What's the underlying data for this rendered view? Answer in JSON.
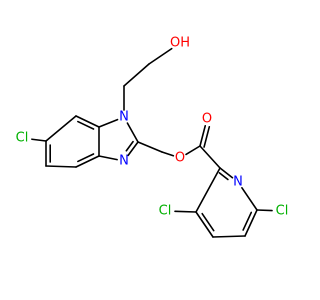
{
  "molecule": {
    "colors": {
      "bond": "#000000",
      "C": "#000000",
      "N": "#0000ff",
      "O": "#ff0000",
      "Cl": "#00b000"
    },
    "atoms": [
      {
        "id": "cl1",
        "element": "Cl",
        "label": "Cl"
      },
      {
        "id": "c6",
        "element": "C"
      },
      {
        "id": "c5",
        "element": "C"
      },
      {
        "id": "c4",
        "element": "C"
      },
      {
        "id": "c3a",
        "element": "C"
      },
      {
        "id": "c7a",
        "element": "C"
      },
      {
        "id": "c7",
        "element": "C"
      },
      {
        "id": "n1",
        "element": "N",
        "label": "N"
      },
      {
        "id": "c2",
        "element": "C"
      },
      {
        "id": "n3",
        "element": "N",
        "label": "N"
      },
      {
        "id": "ch2a",
        "element": "C"
      },
      {
        "id": "ch2b",
        "element": "C"
      },
      {
        "id": "oh",
        "element": "O",
        "label": "OH"
      },
      {
        "id": "ch2o",
        "element": "C"
      },
      {
        "id": "oe",
        "element": "O",
        "label": "O"
      },
      {
        "id": "cc",
        "element": "C"
      },
      {
        "id": "oc",
        "element": "O",
        "label": "O"
      },
      {
        "id": "p2",
        "element": "C"
      },
      {
        "id": "pn",
        "element": "N",
        "label": "N"
      },
      {
        "id": "p6",
        "element": "C"
      },
      {
        "id": "cl2",
        "element": "Cl",
        "label": "Cl"
      },
      {
        "id": "p5",
        "element": "C"
      },
      {
        "id": "p4",
        "element": "C"
      },
      {
        "id": "p3",
        "element": "C"
      },
      {
        "id": "cl3",
        "element": "Cl",
        "label": "Cl"
      }
    ],
    "bonds": [
      {
        "a": "cl1",
        "b": "c6",
        "order": 1
      },
      {
        "a": "c6",
        "b": "c5",
        "order": 2
      },
      {
        "a": "c5",
        "b": "c4",
        "order": 1
      },
      {
        "a": "c4",
        "b": "c3a",
        "order": 2
      },
      {
        "a": "c3a",
        "b": "c7a",
        "order": 1
      },
      {
        "a": "c7a",
        "b": "c7",
        "order": 2
      },
      {
        "a": "c7",
        "b": "c6",
        "order": 1
      },
      {
        "a": "c7a",
        "b": "n1",
        "order": 1
      },
      {
        "a": "n1",
        "b": "c2",
        "order": 1
      },
      {
        "a": "c2",
        "b": "n3",
        "order": 2
      },
      {
        "a": "n3",
        "b": "c3a",
        "order": 1
      },
      {
        "a": "n1",
        "b": "ch2a",
        "order": 1
      },
      {
        "a": "ch2a",
        "b": "ch2b",
        "order": 1
      },
      {
        "a": "ch2b",
        "b": "oh",
        "order": 1
      },
      {
        "a": "c2",
        "b": "ch2o",
        "order": 1
      },
      {
        "a": "ch2o",
        "b": "oe",
        "order": 1
      },
      {
        "a": "oe",
        "b": "cc",
        "order": 1
      },
      {
        "a": "cc",
        "b": "oc",
        "order": 2
      },
      {
        "a": "cc",
        "b": "p2",
        "order": 1
      },
      {
        "a": "p2",
        "b": "pn",
        "order": 2
      },
      {
        "a": "pn",
        "b": "p6",
        "order": 1
      },
      {
        "a": "p6",
        "b": "cl2",
        "order": 1
      },
      {
        "a": "p6",
        "b": "p5",
        "order": 2
      },
      {
        "a": "p5",
        "b": "p4",
        "order": 1
      },
      {
        "a": "p4",
        "b": "p3",
        "order": 2
      },
      {
        "a": "p3",
        "b": "p2",
        "order": 1
      },
      {
        "a": "p3",
        "b": "cl3",
        "order": 1
      }
    ]
  }
}
